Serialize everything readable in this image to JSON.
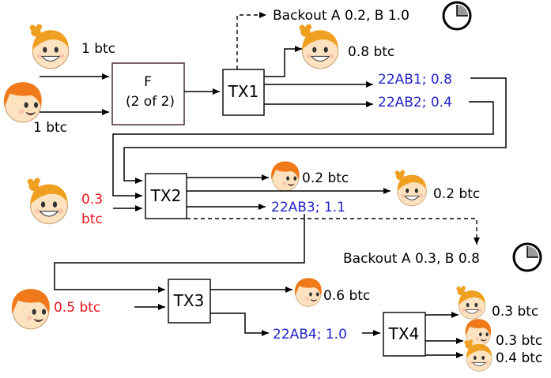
{
  "nodes": {
    "f_label": "F",
    "f_sub": "(2 of 2)",
    "tx1": "TX1",
    "tx2": "TX2",
    "tx3": "TX3",
    "tx4": "TX4"
  },
  "inputs": {
    "girl_a": "1 btc",
    "boy_b": "1 btc",
    "girl_tx2_line1": "0.3",
    "girl_tx2_line2": "btc",
    "boy_tx3": "0.5 btc"
  },
  "outputs": {
    "tx1_girl": "0.8 btc",
    "tx1_out1": "22AB1; 0.8",
    "tx1_out2": "22AB2; 0.4",
    "tx2_boy": "0.2 btc",
    "tx2_girl": "0.2 btc",
    "tx2_out3": "22AB3; 1.1",
    "tx3_boy": "0.6 btc",
    "tx3_out4": "22AB4; 1.0",
    "tx4_girl": "0.3 btc",
    "tx4_boy": "0.3 btc",
    "tx4_girl2": "0.4 btc"
  },
  "backouts": {
    "tx1": "Backout A 0.2, B 1.0",
    "tx2": "Backout A 0.3, B 0.8"
  },
  "colors": {
    "address_text": "#2424c8",
    "new_input_text": "#e8141c",
    "girl_hair": "#f0a020",
    "boy_hair": "#f07a1a",
    "skin": "#fde2c0"
  }
}
